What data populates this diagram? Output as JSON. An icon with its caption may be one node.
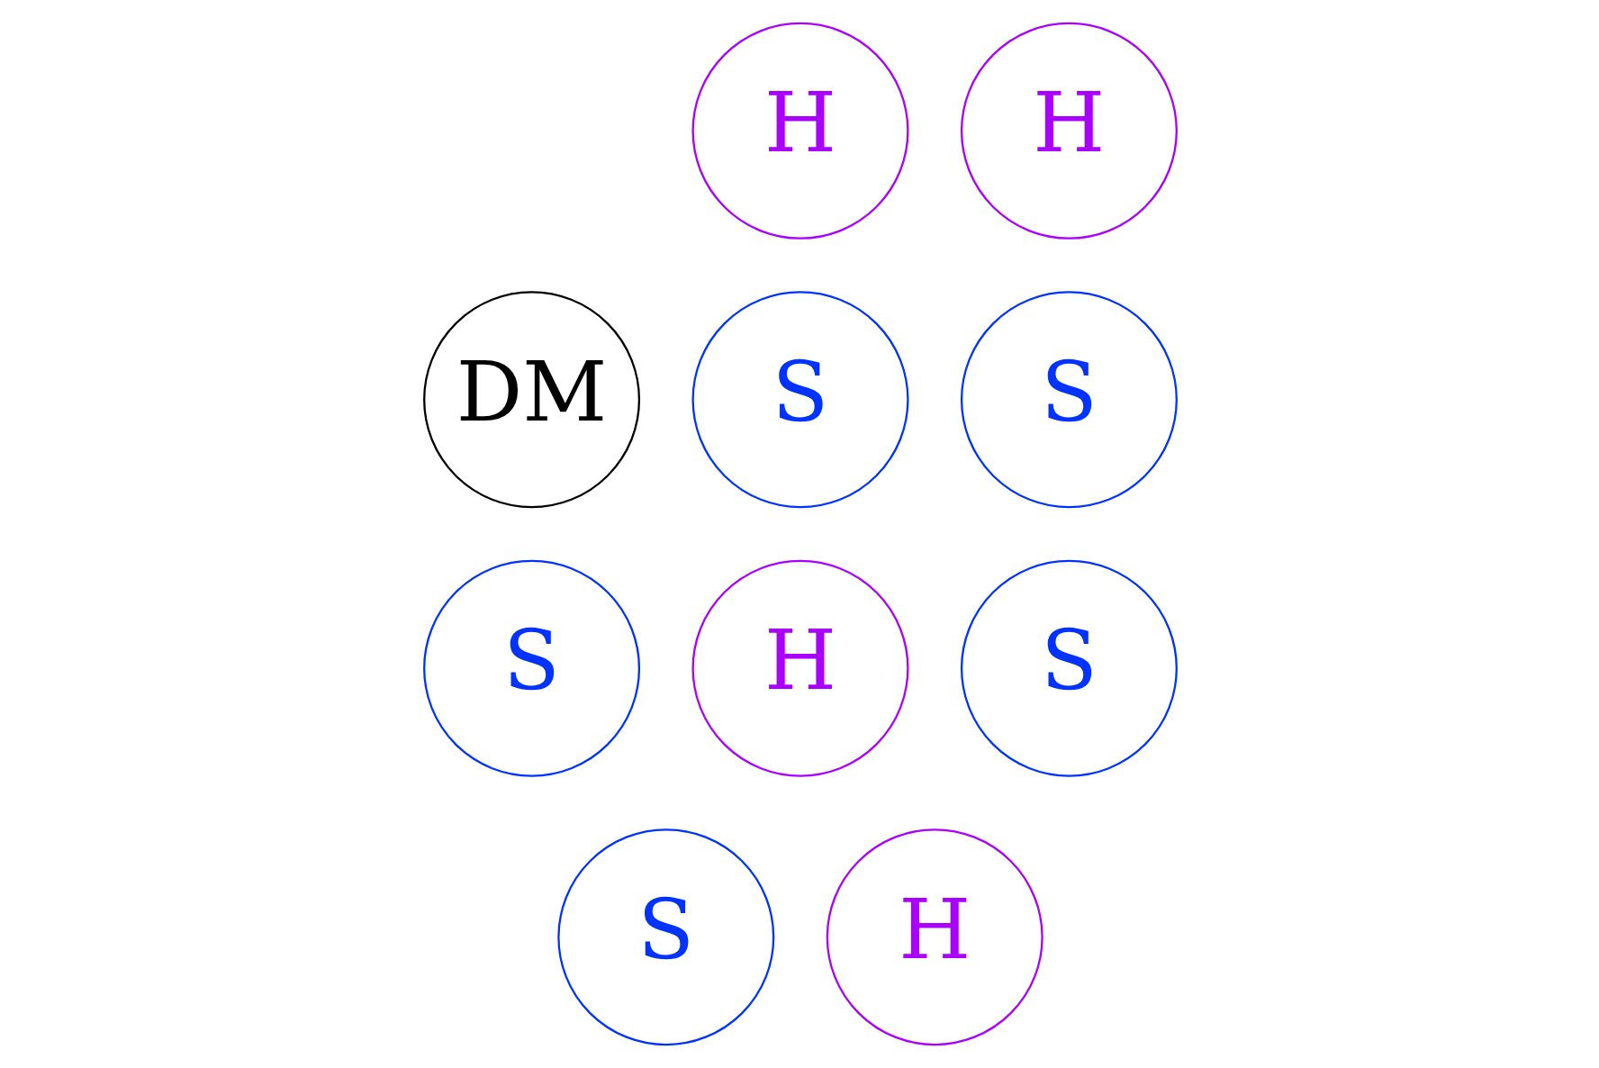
{
  "diagram": {
    "nodes": [
      {
        "text": [
          "S"
        ]
      },
      {
        "text": [
          "H"
        ]
      },
      {
        "text": [
          "S"
        ]
      },
      {
        "text": [
          "DM"
        ]
      },
      {
        "text": [
          "S"
        ]
      },
      {
        "text": [
          "H"
        ]
      },
      {
        "text": [
          "S"
        ]
      },
      {
        "text": [
          "S"
        ]
      },
      {
        "text": [
          "H"
        ]
      },
      {
        "text": [
          "H"
        ]
      }
    ]
  }
}
